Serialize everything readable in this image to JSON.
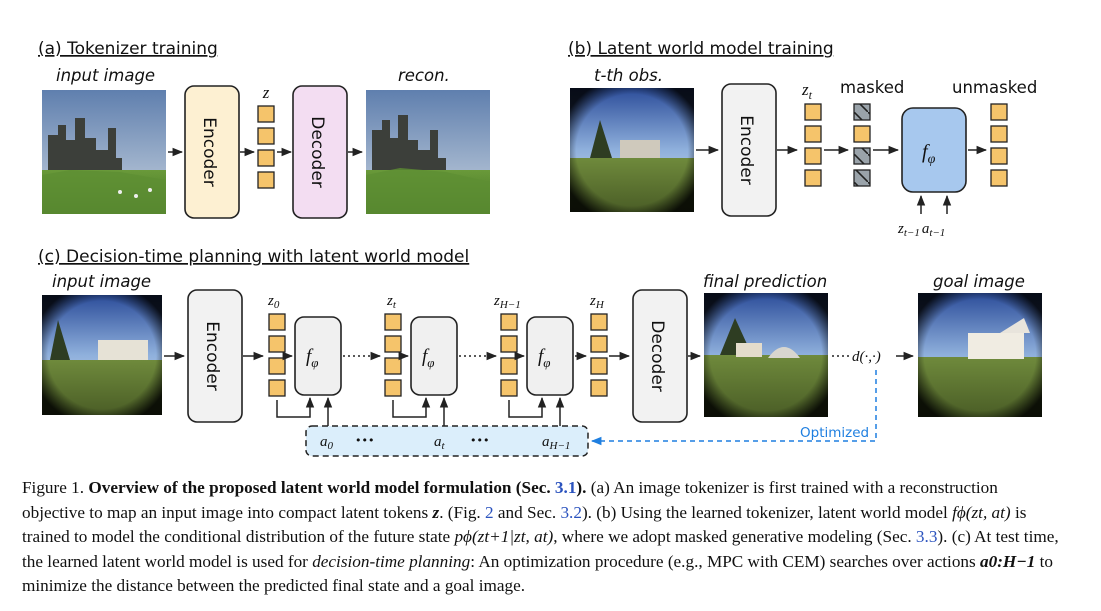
{
  "panel_a": {
    "title": "(a) Tokenizer training",
    "input_label": "input image",
    "z_label": "z",
    "recon_label": "recon.",
    "encoder_label": "Encoder",
    "decoder_label": "Decoder"
  },
  "panel_b": {
    "title": "(b) Latent world model training",
    "obs_label": "t-th obs.",
    "encoder_label": "Encoder",
    "zt_label": "z",
    "zt_sub": "t",
    "masked_label": "masked",
    "unmasked_label": "unmasked",
    "f_label": "f",
    "f_sub": "φ",
    "cond_z": "z",
    "cond_z_sub": "t−1",
    "cond_a": "a",
    "cond_a_sub": "t−1"
  },
  "panel_c": {
    "title": "(c) Decision-time planning with latent world model",
    "input_label": "input image",
    "encoder_label": "Encoder",
    "decoder_label": "Decoder",
    "z0": "z",
    "z0_sub": "0",
    "zt": "z",
    "zt_sub": "t",
    "zh1": "z",
    "zh1_sub": "H−1",
    "zh": "z",
    "zh_sub": "H",
    "f_label": "f",
    "f_sub": "φ",
    "final_label": "final prediction",
    "goal_label": "goal image",
    "distance_label": "d(·,·)",
    "optimized_label": "Optimized",
    "a0": "a",
    "a0_sub": "0",
    "at": "a",
    "at_sub": "t",
    "ah1": "a",
    "ah1_sub": "H−1",
    "ellipsis": "•••"
  },
  "caption": {
    "figure_label": "Figure 1.",
    "bold_title": "Overview of the proposed latent world model formulation (Sec.",
    "bold_ref": "3.1",
    "bold_close": ").",
    "s1": "(a) An image tokenizer is first trained with a reconstruction objective to map an input image into compact latent tokens",
    "s1_math": "z",
    "s1b": ". (Fig.",
    "ref_fig": "2",
    "s1c": "and Sec.",
    "ref_32": "3.2",
    "s1d": "). (b) Using the learned tokenizer, latent world model",
    "s2_math": "fϕ(zt, at)",
    "s2": "is trained to model the conditional distribution of the future state",
    "s2_math2": "pϕ(zt+1|zt, at)",
    "s2b": ", where we adopt masked generative modeling (Sec.",
    "ref_33": "3.3",
    "s2c": "). (c) At test time, the learned latent world model is used for",
    "s3_it": "decision-time planning",
    "s3": ": An optimization procedure (e.g., MPC with CEM) searches over actions",
    "s3_math": "a0:H−1",
    "s3b": "to minimize the distance between the predicted final state and a goal image."
  },
  "colors": {
    "encoder_fill": "#fdf0d2",
    "decoder_fill": "#f3ddf2",
    "token_fill": "#f5c46b",
    "f_fill_b": "#a7c8ee",
    "f_fill_c": "#f0f0f0",
    "action_fill": "#dbeefb",
    "optimized": "#1f7fe0"
  }
}
